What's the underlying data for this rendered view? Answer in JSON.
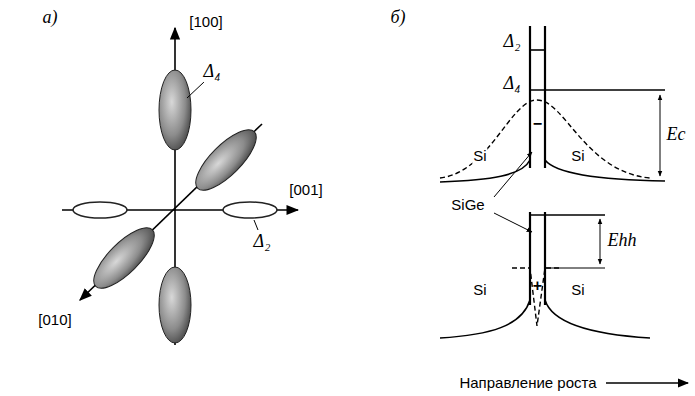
{
  "diagram": {
    "labels": [
      "а)",
      "[100]",
      "Δ₄",
      "[001]",
      "Δ₂",
      "[010]",
      "б)",
      "Δ₂",
      "Δ₄",
      "Ec",
      "Si",
      "Si",
      "−",
      "SiGe",
      "Ehh",
      "Si",
      "Si",
      "+",
      "Направление роста"
    ]
  }
}
